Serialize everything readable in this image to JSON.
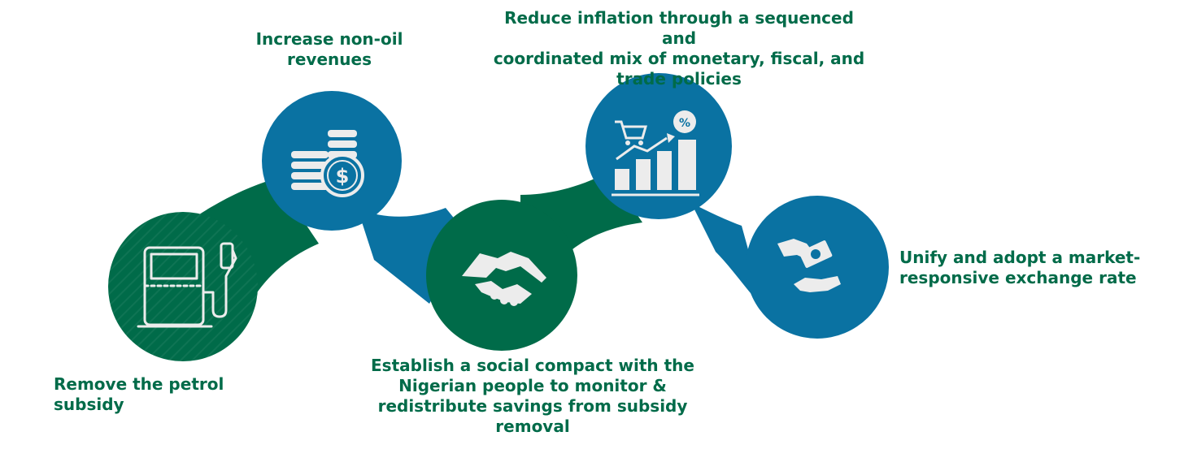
{
  "colors": {
    "green": "#006b49",
    "blue": "#0a72a2",
    "icon": "#ececec"
  },
  "steps": [
    {
      "text": "Remove the petrol subsidy",
      "icon": "fuel-pump-icon",
      "color": "green"
    },
    {
      "text": "Increase non-oil\nrevenues",
      "icon": "coin-stack-dollar-icon",
      "color": "blue"
    },
    {
      "text": "Establish a social compact with the\nNigerian people to monitor &\nredistribute savings from subsidy\nremoval",
      "icon": "handshake-icon",
      "color": "green"
    },
    {
      "text": "Reduce inflation through a sequenced and\ncoordinated mix of monetary, fiscal, and\ntrade policies",
      "icon": "shopping-cart-rising-chart-icon",
      "color": "blue"
    },
    {
      "text": "Unify and adopt a market-\nresponsive exchange rate",
      "icon": "hand-exchanging-money-icon",
      "color": "blue"
    }
  ]
}
